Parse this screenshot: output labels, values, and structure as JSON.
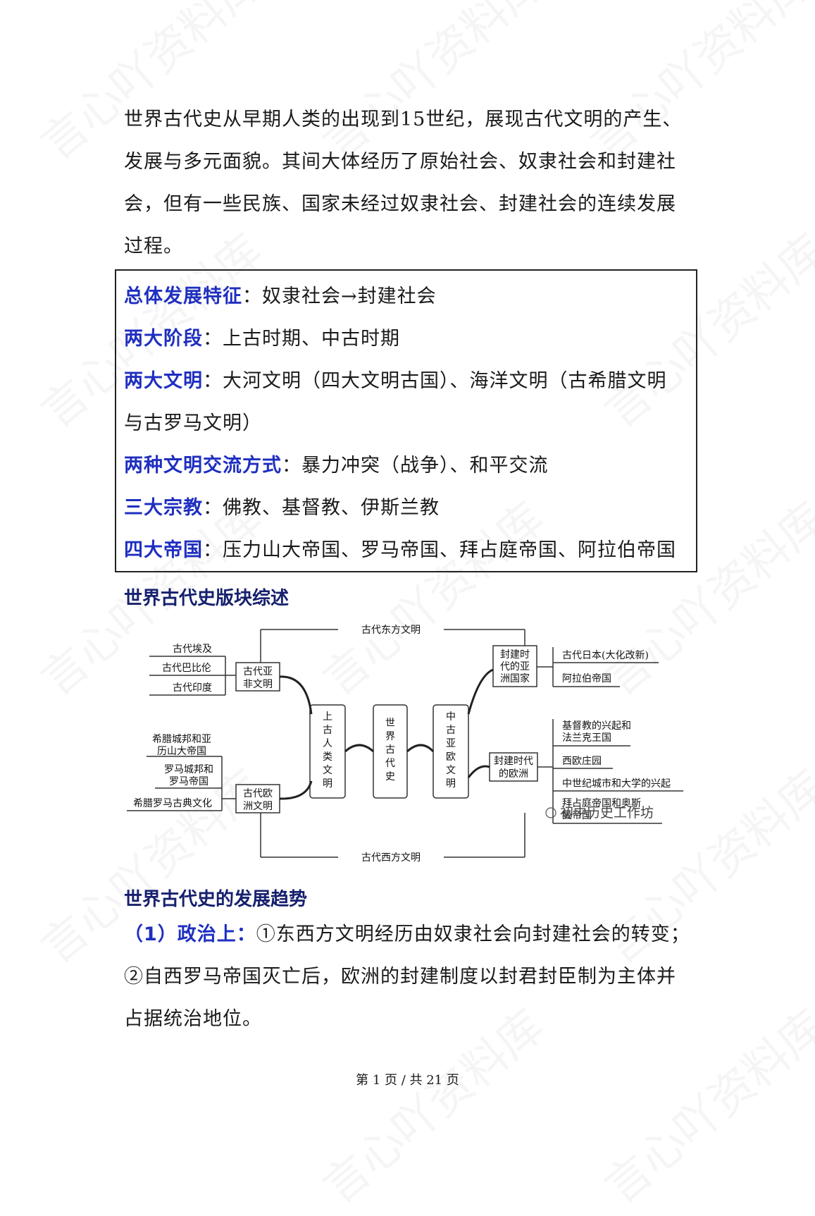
{
  "watermark": "言心吖资料库",
  "intro_lines": [
    "世界古代史从早期人类的出现到15世纪，展现古代文明的产生、",
    "发展与多元面貌。其间大体经历了原始社会、奴隶社会和封建社",
    "会，但有一些民族、国家未经过奴隶社会、封建社会的连续发展",
    "过程。"
  ],
  "summary": [
    {
      "label": "总体发展特征",
      "text": "：奴隶社会→封建社会"
    },
    {
      "label": "两大阶段",
      "text": "：上古时期、中古时期"
    },
    {
      "label": "两大文明",
      "text": "：大河文明（四大文明古国）、海洋文明（古希腊文明"
    },
    {
      "label": "",
      "text": "与古罗马文明）"
    },
    {
      "label": "两种文明交流方式",
      "text": "：暴力冲突（战争）、和平交流"
    },
    {
      "label": "三大宗教",
      "text": "：佛教、基督教、伊斯兰教"
    },
    {
      "label": "四大帝国",
      "text": "：压力山大帝国、罗马帝国、拜占庭帝国、阿拉伯帝国"
    }
  ],
  "section1_title": "世界古代史版块综述",
  "diagram": {
    "top_label": "古代东方文明",
    "bottom_label": "古代西方文明",
    "center": "世界古代史",
    "left_main": "上古人类文明",
    "right_main": "中古亚欧文明",
    "afro_asian": "古代亚非文明",
    "afro_asian_items": [
      "古代埃及",
      "古代巴比伦",
      "古代印度"
    ],
    "europe": "古代欧洲文明",
    "europe_items": [
      "希腊城邦和亚历山大帝国",
      "罗马城邦和罗马帝国",
      "希腊罗马古典文化"
    ],
    "feudal_asia": "封建时代的亚洲国家",
    "feudal_asia_items": [
      "古代日本(大化改新)",
      "阿拉伯帝国"
    ],
    "feudal_europe": "封建时代的欧洲",
    "feudal_europe_items": [
      "基督教的兴起和法兰克王国",
      "西欧庄园",
      "中世纪城市和大学的兴起",
      "拜占庭帝国和奥斯曼帝国"
    ],
    "overlay_text": "初中历史工作坊"
  },
  "section2_title": "世界古代史的发展趋势",
  "trend": {
    "label": "（1）政治上：",
    "lines": [
      "①东西方文明经历由奴隶社会向封建社会的转变；",
      "②自西罗马帝国灭亡后，欧洲的封建制度以封君封臣制为主体并",
      "占据统治地位。"
    ]
  },
  "footer": "第 1 页 / 共 21 页"
}
